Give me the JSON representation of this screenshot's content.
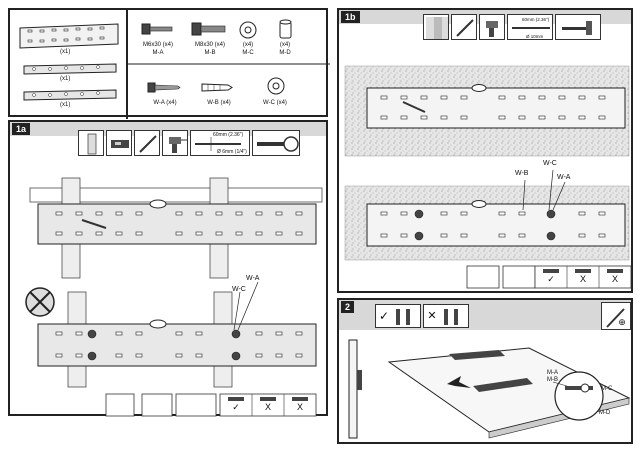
{
  "parts": {
    "brackets": [
      {
        "qty": "(x1)"
      },
      {
        "qty": "(x1)"
      },
      {
        "qty": "(x1)"
      }
    ],
    "screws": [
      {
        "label": "M6x30 (x4)",
        "code": "M-A"
      },
      {
        "label": "M8x30 (x4)",
        "code": "M-B"
      },
      {
        "label": "(x4)",
        "code": "M-C"
      },
      {
        "label": "(x4)",
        "code": "M-D"
      }
    ],
    "wall_hardware": [
      {
        "label": "W-A (x4)"
      },
      {
        "label": "W-B (x4)"
      },
      {
        "label": "W-C (x4)"
      }
    ]
  },
  "step1a": {
    "badge": "1a",
    "callouts": {
      "wa": "W-A",
      "wc": "W-C"
    },
    "drill": {
      "size": "60mm (2.36\")",
      "bit": "Ø 6mm (1/4\")"
    },
    "checks": [
      {
        "mark": "✓"
      },
      {
        "mark": "X"
      },
      {
        "mark": "X"
      }
    ]
  },
  "step1b": {
    "badge": "1b",
    "callouts": {
      "wb": "W-B",
      "wc": "W-C",
      "wa": "W-A"
    },
    "drill": {
      "size": "60mm (2.36\")",
      "bit": "Ø 10mm"
    },
    "checks": [
      {
        "mark": "✓"
      },
      {
        "mark": "X"
      },
      {
        "mark": "X"
      }
    ]
  },
  "step2": {
    "badge": "2",
    "callouts": {
      "ma": "M-A",
      "mb": "M-B",
      "mc": "M-C",
      "md": "M-D"
    },
    "check": "✓",
    "cross": "✕",
    "tool": "⊕"
  }
}
